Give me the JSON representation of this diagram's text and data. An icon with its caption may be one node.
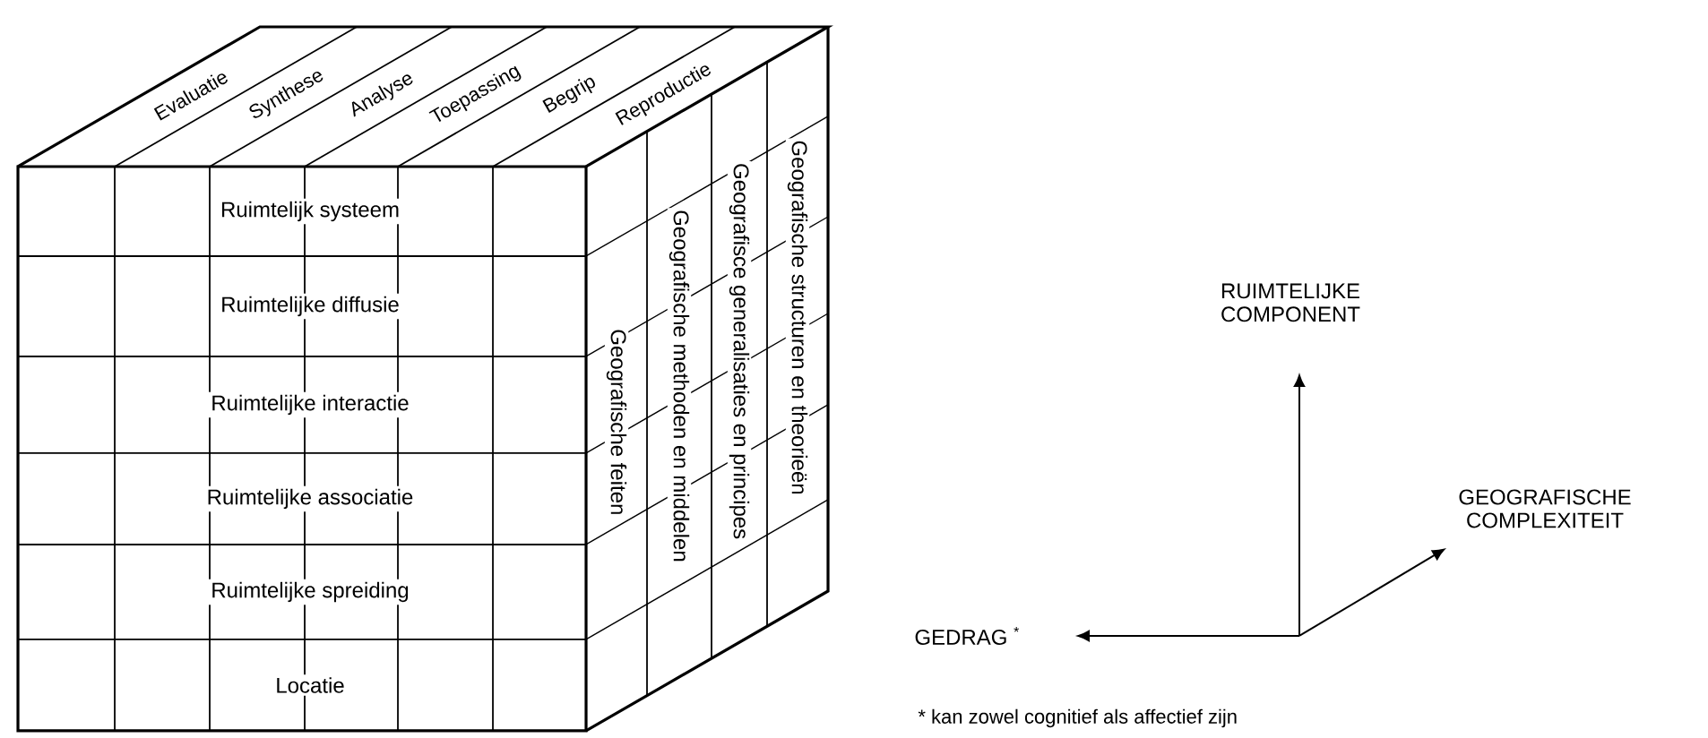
{
  "diagram": {
    "nodes": [
      {
        "text": [
          "RUIMTELIJKE COMPONENT"
        ]
      },
      {
        "text": [
          "GEOGRAFISCHE COMPLEXITEIT"
        ]
      },
      {
        "text": [
          "GEDRAG $^{*}$"
        ]
      }
    ],
    "edges": [
      {
        "from": null,
        "to": 0,
        "arrow": "to"
      },
      {
        "from": null,
        "to": 1,
        "arrow": "to"
      },
      {
        "from": null,
        "to": 2,
        "arrow": "to"
      }
    ],
    "labels": [
      "Evaluatie",
      "Synthese",
      "Analyse",
      "Toepassing",
      "Begrip",
      "Reproductie",
      "Ruimtelijk systeem",
      "Ruimtelijke diffusie",
      "Ruimtelijke interactie",
      "Ruimtelijke associatie",
      "Ruimtelijke spreiding",
      "Locatie",
      "Geografische feiten",
      "Geografische methoden en middelen",
      "Geografisce generalisaties en principes",
      "Geografische structuren en theorieën",
      "* kan zowel cognitief als affectief zijn"
    ]
  }
}
